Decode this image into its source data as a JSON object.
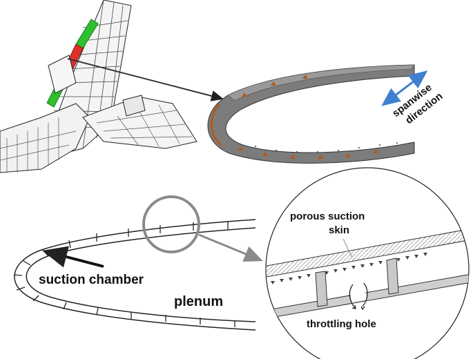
{
  "labels": {
    "spanwise_line1": "spanwise",
    "spanwise_line2": "direction",
    "porous_line1": "porous suction",
    "porous_line2": "skin",
    "suction_chamber": "suction chamber",
    "plenum": "plenum",
    "throttling_hole": "throttling hole"
  },
  "colors": {
    "suction_red": "#e0302a",
    "suction_green": "#2fbf2f",
    "spanwise_arrow": "#3f7fd0",
    "panel_fill": "#7c7c7c",
    "panel_edge": "#b25a1a",
    "zoom_circle": "#8a8a8a",
    "structure_line": "#222222"
  },
  "icons": {
    "spanwise_arrow": "double-headed-arrow-icon",
    "callout_arrow": "pointer-arrow-icon",
    "throttle_flow": "curved-flow-arrows-icon"
  }
}
